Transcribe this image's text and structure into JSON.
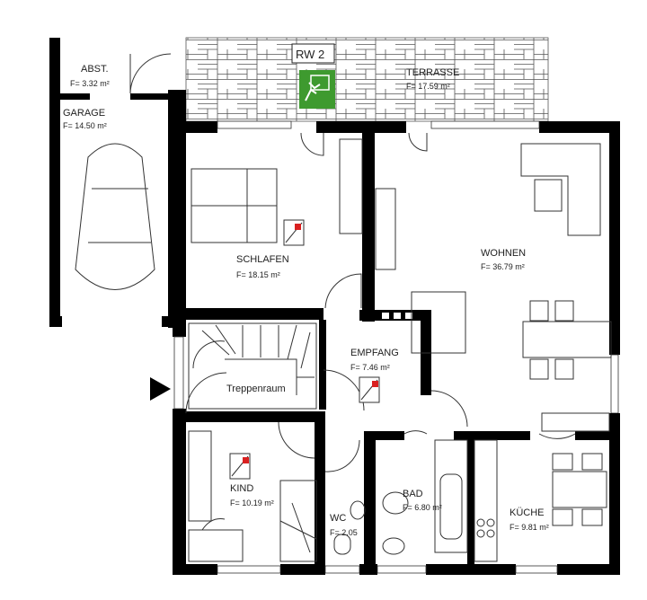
{
  "plan": {
    "rooms": {
      "abstellraum": {
        "name": "ABST.",
        "area": "F= 3.32 m²"
      },
      "garage": {
        "name": "GARAGE",
        "area": "F= 14.50 m²"
      },
      "terrasse": {
        "name": "TERRASSE",
        "area": "F= 17.59 m²"
      },
      "schlafen": {
        "name": "SCHLAFEN",
        "area": "F= 18.15 m²"
      },
      "wohnen": {
        "name": "WOHNEN",
        "area": "F= 36.79 m²"
      },
      "empfang": {
        "name": "EMPFANG",
        "area": "F= 7.46 m²"
      },
      "treppenraum": {
        "name": "Treppenraum"
      },
      "kind": {
        "name": "KIND",
        "area": "F= 10.19 m²"
      },
      "wc": {
        "name": "WC",
        "area": "F= 2.05"
      },
      "bad": {
        "name": "BAD",
        "area": "F= 6.80 m²"
      },
      "kueche": {
        "name": "KÜCHE",
        "area": "F= 9.81 m²"
      }
    },
    "escape_route_label": "RW 2",
    "colors": {
      "escape_sign": "#3e9a2f",
      "smoke_detector": "#d92020",
      "wall": "#000000"
    },
    "icons": [
      "escape-route-sign",
      "smoke-detector",
      "entrance-arrow",
      "car",
      "bed",
      "sofa",
      "dining-table",
      "bathtub",
      "toilet",
      "stove"
    ]
  }
}
